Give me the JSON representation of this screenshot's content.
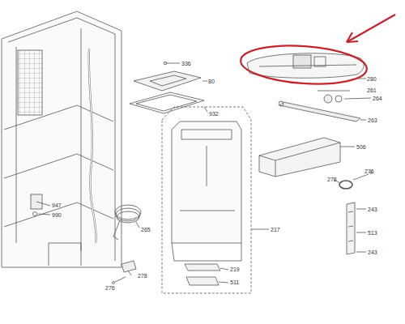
{
  "diagram": {
    "labels": [
      "336",
      "80",
      "932",
      "280",
      "261",
      "264",
      "263",
      "506",
      "276",
      "278",
      "243",
      "947",
      "990",
      "265",
      "217",
      "513",
      "243",
      "219",
      "511",
      "278",
      "276"
    ]
  }
}
